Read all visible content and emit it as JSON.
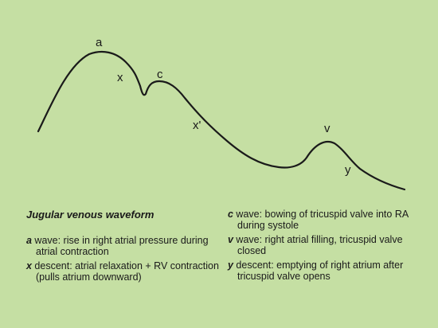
{
  "diagram": {
    "labels": {
      "a": "a",
      "x": "x",
      "c": "c",
      "x_prime": "x'",
      "v": "v",
      "y": "y"
    },
    "line_color": "#1a1a1a",
    "background_color": "#c5dfa3"
  },
  "legend": {
    "title": "Jugular venous waveform",
    "left": [
      {
        "term": "a",
        "text": " wave: rise in right atrial pressure during atrial contraction"
      },
      {
        "term": "x",
        "text": " descent: atrial relaxation + RV contraction (pulls atrium downward)"
      }
    ],
    "right": [
      {
        "term": "c",
        "text": " wave: bowing of tricuspid valve into RA during systole"
      },
      {
        "term": "v",
        "text": " wave: right atrial filling, tricuspid valve closed"
      },
      {
        "term": "y",
        "text": " descent: emptying of right atrium after tricuspid valve opens"
      }
    ]
  }
}
